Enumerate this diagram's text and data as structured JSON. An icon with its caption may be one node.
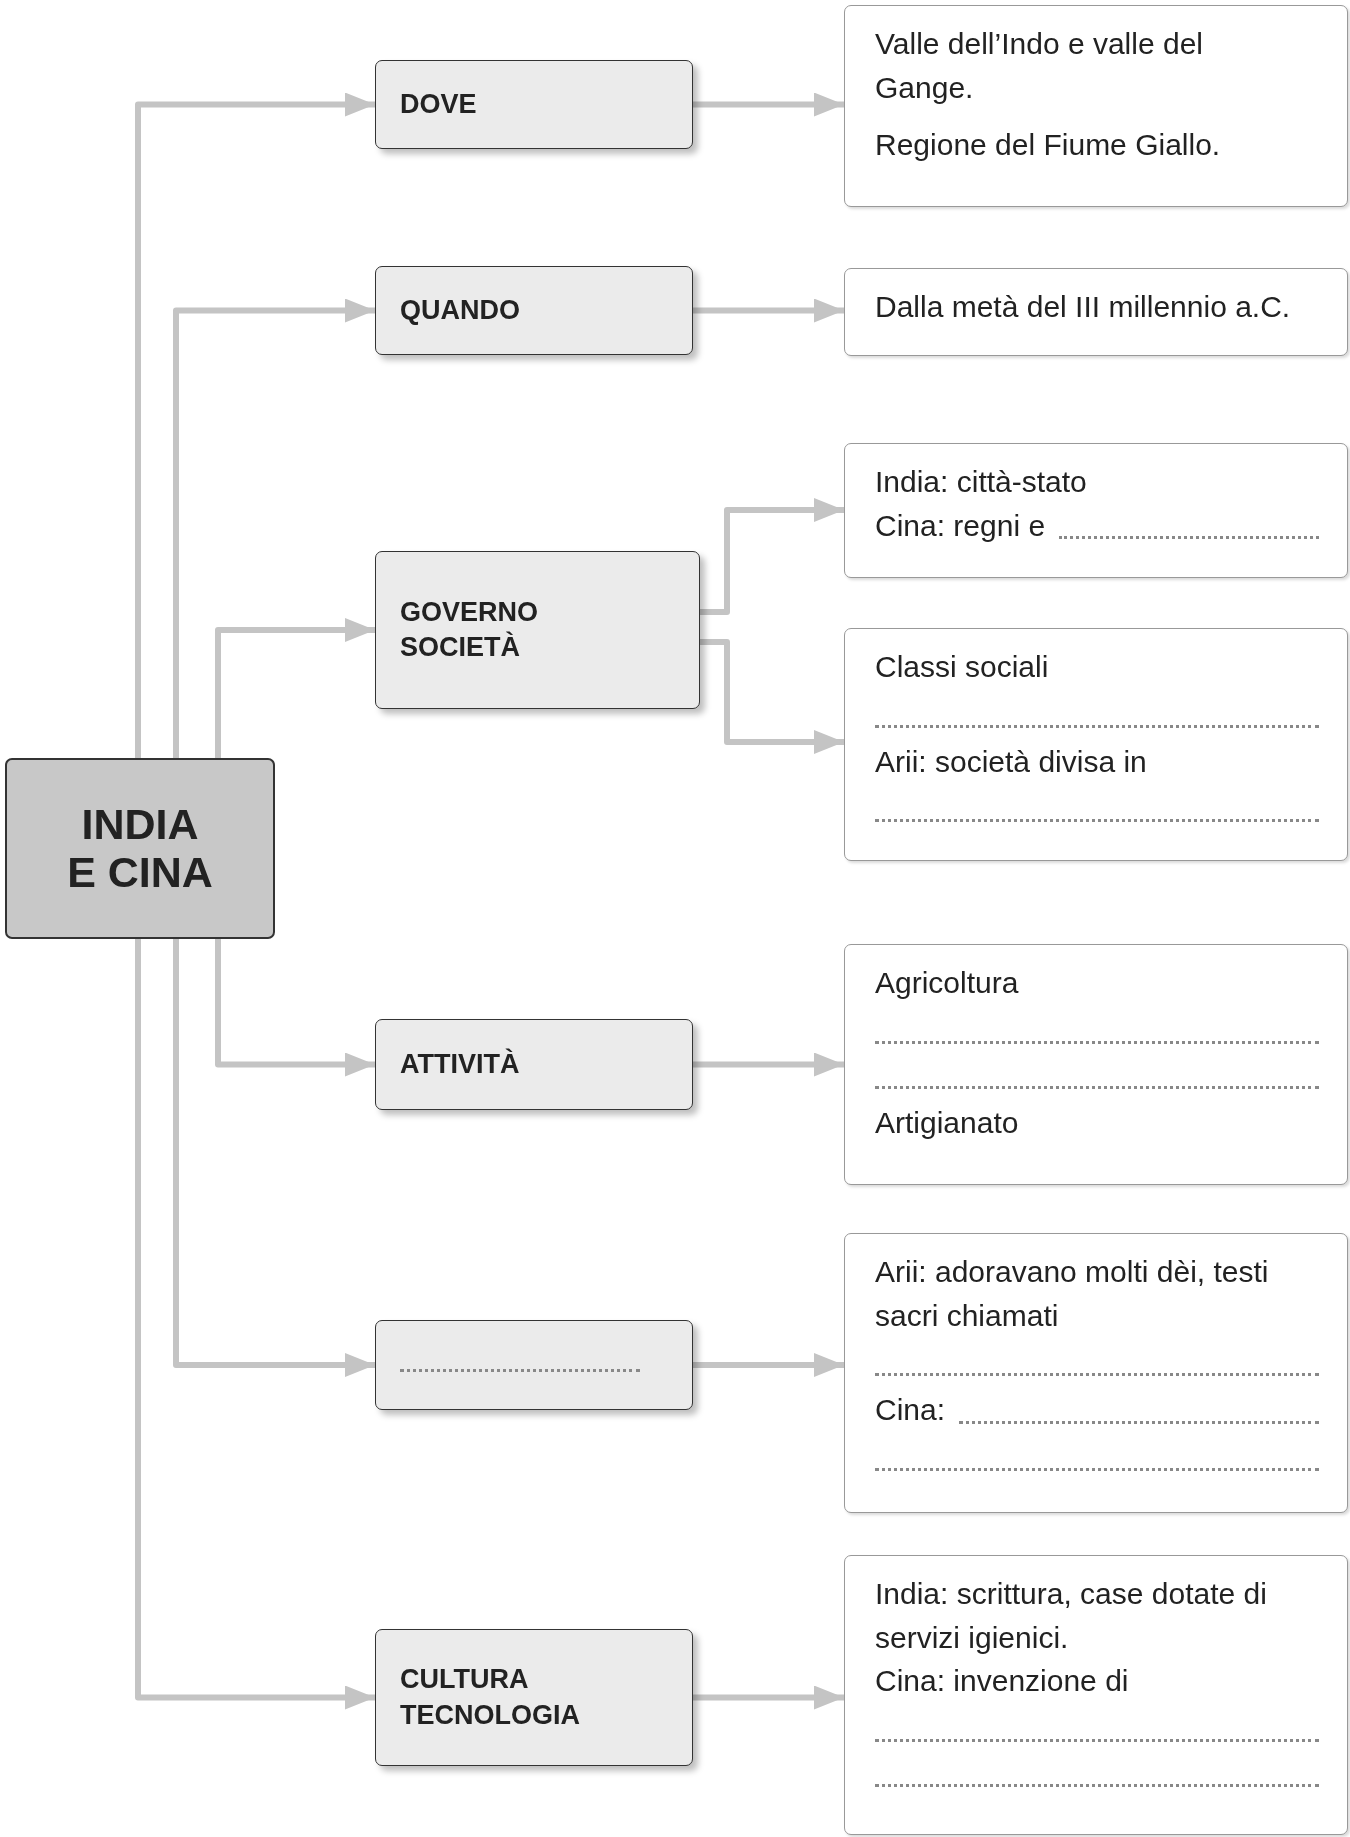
{
  "diagram": {
    "nodes": [
      {
        "text": [
          "INDIA E CINA"
        ]
      },
      {
        "text": [
          "DOVE"
        ]
      },
      {
        "text": [
          "Valle dell’Indo e valle del Gange.",
          "Regione del Fiume Giallo."
        ]
      },
      {
        "text": [
          "QUANDO"
        ]
      },
      {
        "text": [
          "Dalla metà del III millennio a.C."
        ]
      },
      {
        "text": [
          "GOVERNO SOCIETÀ"
        ]
      },
      {
        "text": [
          "India: città-stato",
          "Cina: regni e"
        ]
      },
      {
        "text": [
          "Classi sociali",
          "Arii: società divisa in"
        ]
      },
      {
        "text": [
          "ATTIVITÀ"
        ]
      },
      {
        "text": [
          "Agricoltura",
          "Artigianato"
        ]
      },
      {
        "text": [],
        "shape": "box"
      },
      {
        "text": [
          "Arii: adoravano molti dèi, testi sacri chiamati",
          "Cina:"
        ]
      },
      {
        "text": [
          "CULTURA TECNOLOGIA"
        ]
      },
      {
        "text": [
          "India: scrittura, case dotate di servizi igienici.",
          "Cina: invenzione di"
        ]
      }
    ],
    "edges": [
      {
        "from": 0,
        "to": 1,
        "arrow": "to"
      },
      {
        "from": 1,
        "to": 2,
        "arrow": "to"
      },
      {
        "from": 0,
        "to": 3,
        "arrow": "to"
      },
      {
        "from": 3,
        "to": 4,
        "arrow": "to"
      },
      {
        "from": 0,
        "to": 5,
        "arrow": "to"
      },
      {
        "from": 5,
        "to": 6,
        "arrow": "to"
      },
      {
        "from": 5,
        "to": 7,
        "arrow": "to"
      },
      {
        "from": 0,
        "to": 8,
        "arrow": "to"
      },
      {
        "from": 8,
        "to": 9,
        "arrow": "to"
      },
      {
        "from": 0,
        "to": 10,
        "arrow": "to"
      },
      {
        "from": 10,
        "to": 11,
        "arrow": "to"
      },
      {
        "from": 0,
        "to": 12,
        "arrow": "to"
      },
      {
        "from": 12,
        "to": 13,
        "arrow": "to"
      }
    ]
  }
}
